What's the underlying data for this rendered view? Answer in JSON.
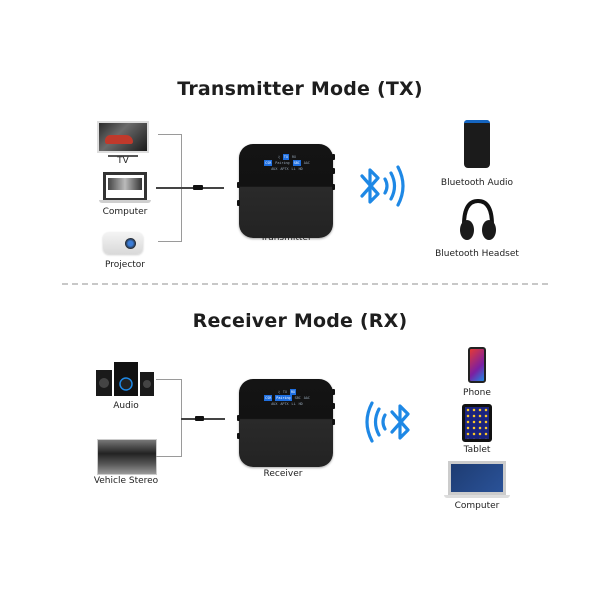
{
  "tx_section": {
    "title": "Transmitter Mode (TX)",
    "sources": [
      {
        "label": "TV",
        "icon": "tv-icon"
      },
      {
        "label": "Computer",
        "icon": "laptop-icon"
      },
      {
        "label": "Projector",
        "icon": "projector-icon"
      }
    ],
    "device_label": "Transmitter",
    "device_screen": {
      "row1": [
        "♫",
        "TX",
        "RX"
      ],
      "row2": [
        "CSR",
        "Pairing",
        "SBC",
        "AAC"
      ],
      "row3": [
        "AUX",
        "APTX",
        "LL",
        "HD"
      ],
      "highlighted": [
        "TX",
        "CSR",
        "SBC"
      ]
    },
    "signal_icon": "bluetooth-transmit-icon",
    "targets": [
      {
        "label": "Bluetooth Audio",
        "icon": "smart-speaker-icon"
      },
      {
        "label": "Bluetooth Headset",
        "icon": "headphones-icon"
      }
    ]
  },
  "rx_section": {
    "title": "Receiver Mode (RX)",
    "sources": [
      {
        "label": "Audio",
        "icon": "speaker-system-icon"
      },
      {
        "label": "Vehicle Stereo",
        "icon": "car-stereo-icon"
      }
    ],
    "device_label": "Receiver",
    "device_screen": {
      "row1": [
        "♫",
        "TX",
        "RX"
      ],
      "row2": [
        "CSR",
        "Pairing",
        "SBC",
        "AAC"
      ],
      "row3": [
        "AUX",
        "APTX",
        "LL",
        "HD"
      ],
      "highlighted": [
        "RX",
        "CSR",
        "Pairing"
      ]
    },
    "signal_icon": "bluetooth-receive-icon",
    "targets": [
      {
        "label": "Phone",
        "icon": "phone-icon"
      },
      {
        "label": "Tablet",
        "icon": "tablet-icon"
      },
      {
        "label": "Computer",
        "icon": "laptop-icon"
      }
    ]
  },
  "colors": {
    "bluetooth": "#1e88e5",
    "title_text": "#1e1e1e",
    "connector_line": "#9a9a9a",
    "divider": "#c8c8c8"
  }
}
